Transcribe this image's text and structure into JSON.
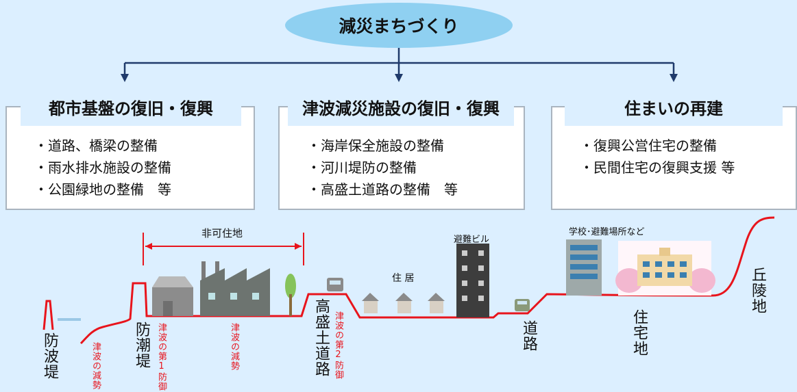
{
  "title": "減災まちづくり",
  "panels": [
    {
      "title": "都市基盤の復旧・復興",
      "items": [
        "・道路、橋梁の整備",
        "・雨水排水施設の整備",
        "・公園緑地の整備　等"
      ]
    },
    {
      "title": "津波減災施設の復旧・復興",
      "items": [
        "・海岸保全施設の整備",
        "・河川堤防の整備",
        "・高盛土道路の整備　等"
      ]
    },
    {
      "title": "住まいの再建",
      "items": [
        "・復興公営住宅の整備",
        "・民間住宅の復興支援 等"
      ]
    }
  ],
  "labels": {
    "non_residential": "非可住地",
    "evacuation_building": "避難ビル",
    "school": "学校･避難場所など",
    "residence": "住 居",
    "breakwater": "防波堤",
    "tide_wall": "防潮堤",
    "high_embankment_road": "高盛土道路",
    "road": "道路",
    "residential_area": "住宅地",
    "hills": "丘陵地",
    "attenuation_1": "津波の減勢",
    "attenuation_2": "津波の減勢",
    "first_defense": "津波の第1防御",
    "second_defense": "津波の第2防御"
  },
  "colors": {
    "background": "#dcefff",
    "ellipse": "#8fd0f1",
    "connector": "#1f3a6b",
    "ground_line": "#e8141c",
    "panel_border": "#a9b4bf"
  }
}
